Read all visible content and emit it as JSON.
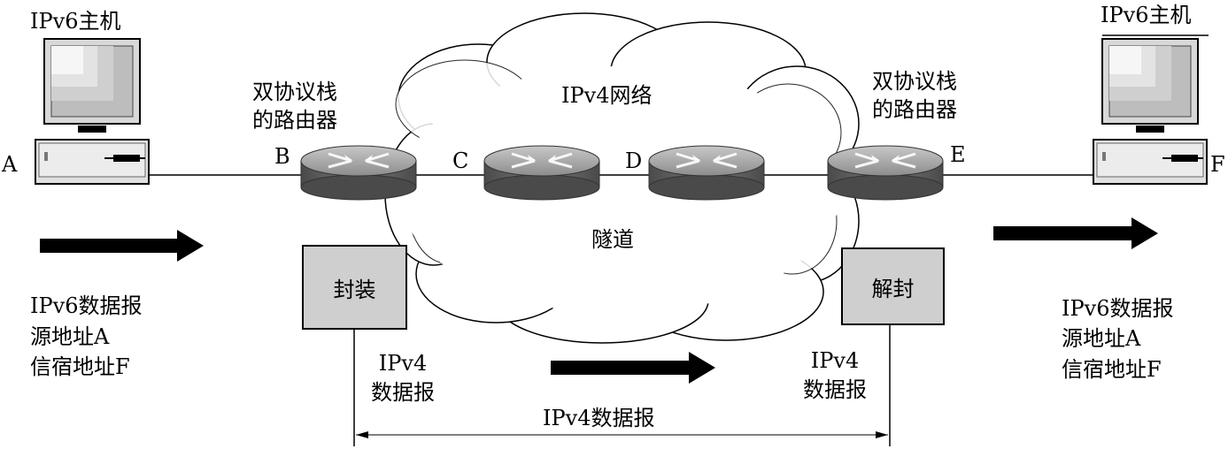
{
  "host_left": {
    "title": "IPv6主机",
    "node_label": "A"
  },
  "host_right": {
    "title": "IPv6主机",
    "node_label": "F"
  },
  "router_left": {
    "caption_line1": "双协议栈",
    "caption_line2": "的路由器",
    "node_label": "B"
  },
  "router_right": {
    "caption_line1": "双协议栈",
    "caption_line2": "的路由器",
    "node_label": "E"
  },
  "router_c": {
    "node_label": "C"
  },
  "router_d": {
    "node_label": "D"
  },
  "cloud": {
    "label": "IPv4网络",
    "tunnel_label": "隧道"
  },
  "encap_box": {
    "label": "封装"
  },
  "decap_box": {
    "label": "解封"
  },
  "left_datagram": {
    "line1": "IPv6数据报",
    "line2": "源地址A",
    "line3": "信宿地址F"
  },
  "right_datagram": {
    "line1": "IPv6数据报",
    "line2": "源地址A",
    "line3": "信宿地址F"
  },
  "ipv4_left": {
    "line1": "IPv4",
    "line2": "数据报"
  },
  "ipv4_right": {
    "line1": "IPv4",
    "line2": "数据报"
  },
  "span_label": "IPv4数据报",
  "colors": {
    "router_top": "#a9a9a9",
    "router_side": "#5a5a5a",
    "box_fill": "#cfcfcf",
    "line": "#000000",
    "screen": "#e8e8e8"
  }
}
